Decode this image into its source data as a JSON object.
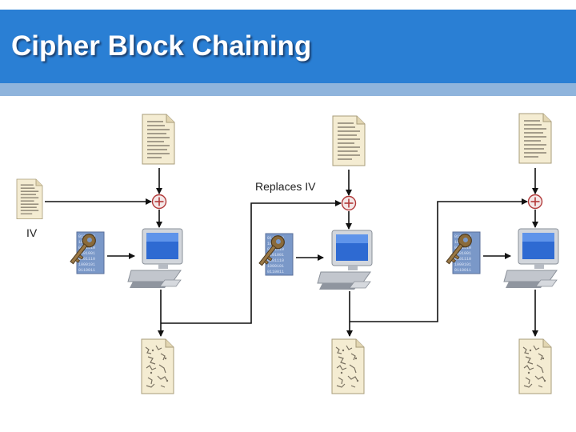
{
  "slide": {
    "title": "Cipher Block Chaining",
    "labels": {
      "iv": "IV",
      "replaces_iv": "Replaces IV"
    }
  },
  "colors": {
    "header": "#2a7fd4",
    "header_band": "#8fb4dc",
    "title_text": "#ffffff",
    "xor": "#b23a3a",
    "connector": "#111111"
  },
  "icons": {
    "plaintext": "plaintext-document-icon",
    "ciphertext": "ciphertext-document-icon",
    "key": "key-icon",
    "computer": "computer-icon",
    "xor": "xor-operator-icon"
  }
}
